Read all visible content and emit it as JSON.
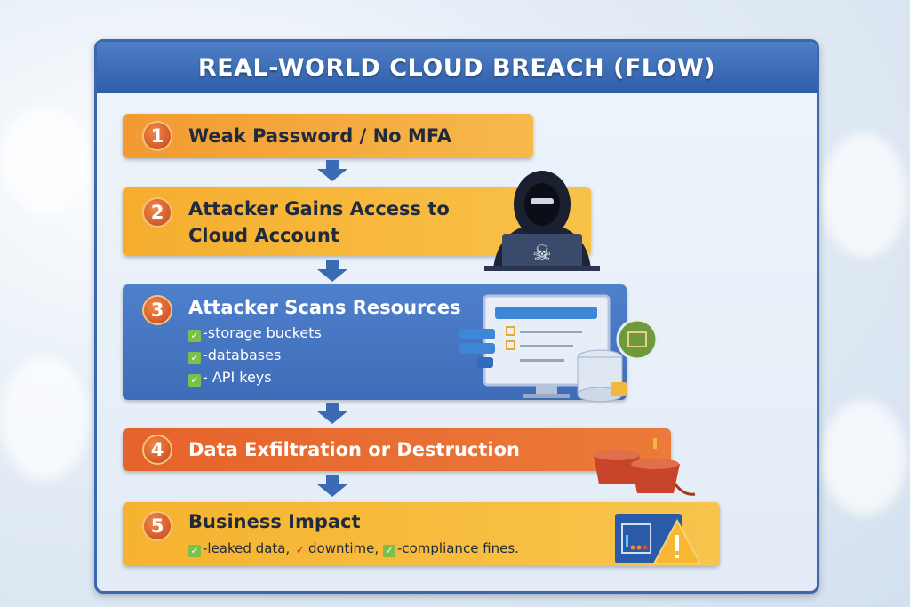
{
  "title": "REAL-WORLD CLOUD BREACH (FLOW)",
  "steps": [
    {
      "number": "1",
      "title": "Weak Password / No MFA"
    },
    {
      "number": "2",
      "title_line1": "Attacker Gains Access to",
      "title_line2": "Cloud Account"
    },
    {
      "number": "3",
      "title": "Attacker Scans Resources",
      "items": [
        "-storage buckets",
        "-databases",
        "- API keys"
      ]
    },
    {
      "number": "4",
      "title": "Data Exfiltration or Destruction"
    },
    {
      "number": "5",
      "title": "Business Impact",
      "items": [
        "-leaked data,",
        "downtime,",
        "-compliance fines."
      ]
    }
  ],
  "check_icon": "✓",
  "colors": {
    "header": "#3a67b0",
    "step_yellow": "#f7b733",
    "step_blue": "#3f6fbf",
    "step_orange": "#e0602a"
  }
}
